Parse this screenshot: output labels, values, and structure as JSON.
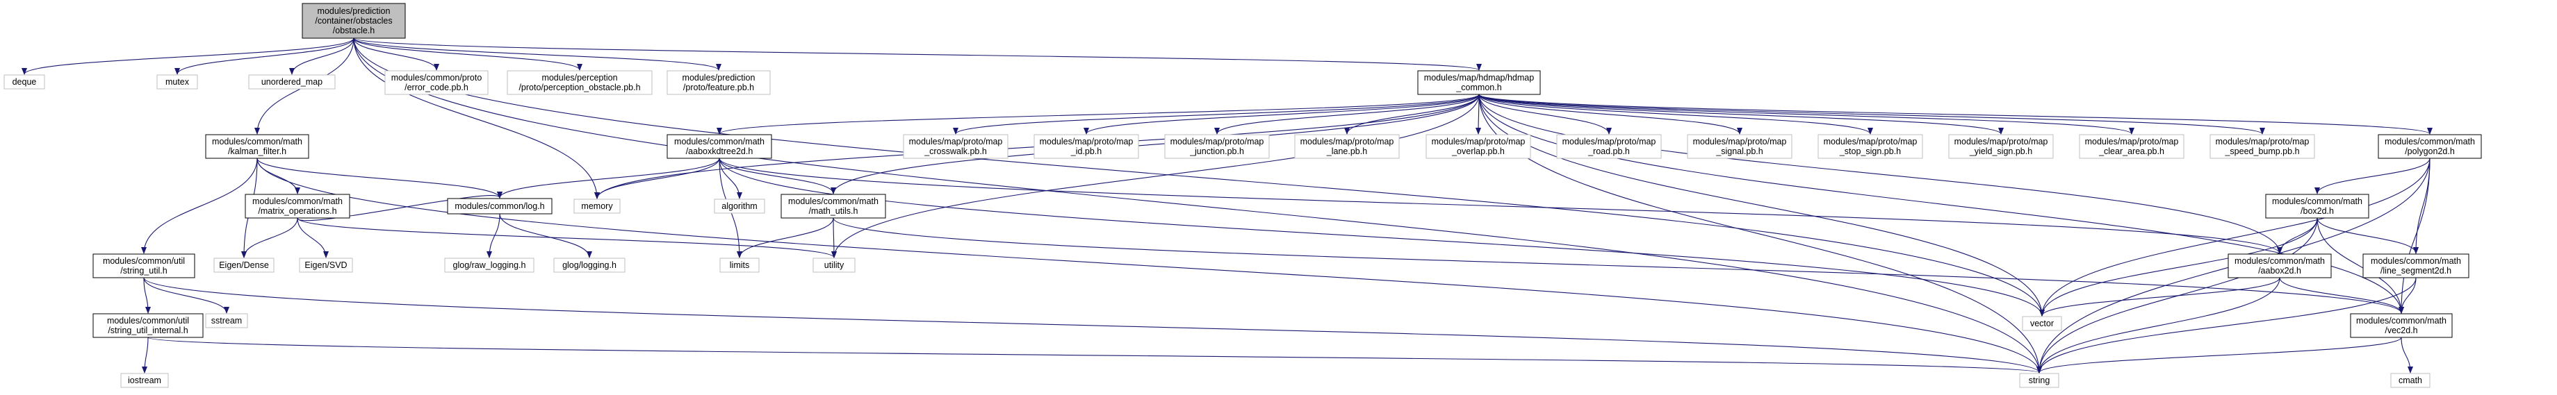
{
  "diagram": {
    "colors": {
      "edge": "#191970",
      "root_fill": "#bfbfbf",
      "node_border": "#000000",
      "leaf_border": "#bfbfbf"
    },
    "nodes": {
      "obstacle": "modules/prediction\n/container/obstacles\n/obstacle.h",
      "deque": "deque",
      "mutex": "mutex",
      "unordered_map": "unordered_map",
      "error_code": "modules/common/proto\n/error_code.pb.h",
      "perception_obstacle": "modules/perception\n/proto/perception_obstacle.pb.h",
      "feature": "modules/prediction\n/proto/feature.pb.h",
      "hdmap_common": "modules/map/hdmap/hdmap\n_common.h",
      "kalman_filter": "modules/common/math\n/kalman_filter.h",
      "aaboxkdtree2d": "modules/common/math\n/aaboxkdtree2d.h",
      "crosswalk": "modules/map/proto/map\n_crosswalk.pb.h",
      "map_id": "modules/map/proto/map\n_id.pb.h",
      "junction": "modules/map/proto/map\n_junction.pb.h",
      "lane": "modules/map/proto/map\n_lane.pb.h",
      "overlap": "modules/map/proto/map\n_overlap.pb.h",
      "road": "modules/map/proto/map\n_road.pb.h",
      "signal": "modules/map/proto/map\n_signal.pb.h",
      "stop_sign": "modules/map/proto/map\n_stop_sign.pb.h",
      "yield_sign": "modules/map/proto/map\n_yield_sign.pb.h",
      "clear_area": "modules/map/proto/map\n_clear_area.pb.h",
      "speed_bump": "modules/map/proto/map\n_speed_bump.pb.h",
      "polygon2d": "modules/common/math\n/polygon2d.h",
      "matrix_operations": "modules/common/math\n/matrix_operations.h",
      "log": "modules/common/log.h",
      "memory": "memory",
      "algorithm": "algorithm",
      "math_utils": "modules/common/math\n/math_utils.h",
      "box2d": "modules/common/math\n/box2d.h",
      "string_util": "modules/common/util\n/string_util.h",
      "eigen_dense": "Eigen/Dense",
      "eigen_svd": "Eigen/SVD",
      "glog_raw": "glog/raw_logging.h",
      "glog": "glog/logging.h",
      "limits": "limits",
      "utility": "utility",
      "aabox2d": "modules/common/math\n/aabox2d.h",
      "line_segment2d": "modules/common/math\n/line_segment2d.h",
      "sstream": "sstream",
      "string_util_internal": "modules/common/util\n/string_util_internal.h",
      "vector": "vector",
      "vec2d": "modules/common/math\n/vec2d.h",
      "iostream": "iostream",
      "string": "string",
      "cmath": "cmath"
    }
  }
}
